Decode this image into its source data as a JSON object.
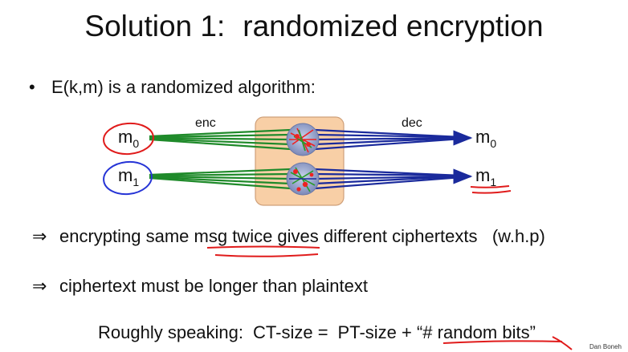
{
  "slide": {
    "title_part1": "Solution 1:",
    "title_part2": "randomized encryption",
    "bullet_symbol": "•",
    "bullet_text": "E(k,m) is a randomized algorithm:",
    "diagram": {
      "enc_label": "enc",
      "dec_label": "dec",
      "input0": "m",
      "input0_sub": "0",
      "input1": "m",
      "input1_sub": "1",
      "output0": "m",
      "output0_sub": "0",
      "output1": "m",
      "output1_sub": "1"
    },
    "implication_symbol": "⇒",
    "implication1": "encrypting same msg twice gives different ciphertexts",
    "implication1_note": "(w.h.p)",
    "implication2": "ciphertext must be longer than plaintext",
    "rough_label": "Roughly speaking:",
    "rough_eq_left": "CT-size =",
    "rough_eq_right": "PT-size + “# random bits”",
    "author": "Dan Boneh"
  },
  "colors": {
    "box_fill": "#f8cfa6",
    "box_stroke": "#cfa07a",
    "green_line": "#1f8a2a",
    "blue_line": "#1a2a9c",
    "red_ink": "#e01b1b",
    "blue_ink": "#2634d6"
  }
}
